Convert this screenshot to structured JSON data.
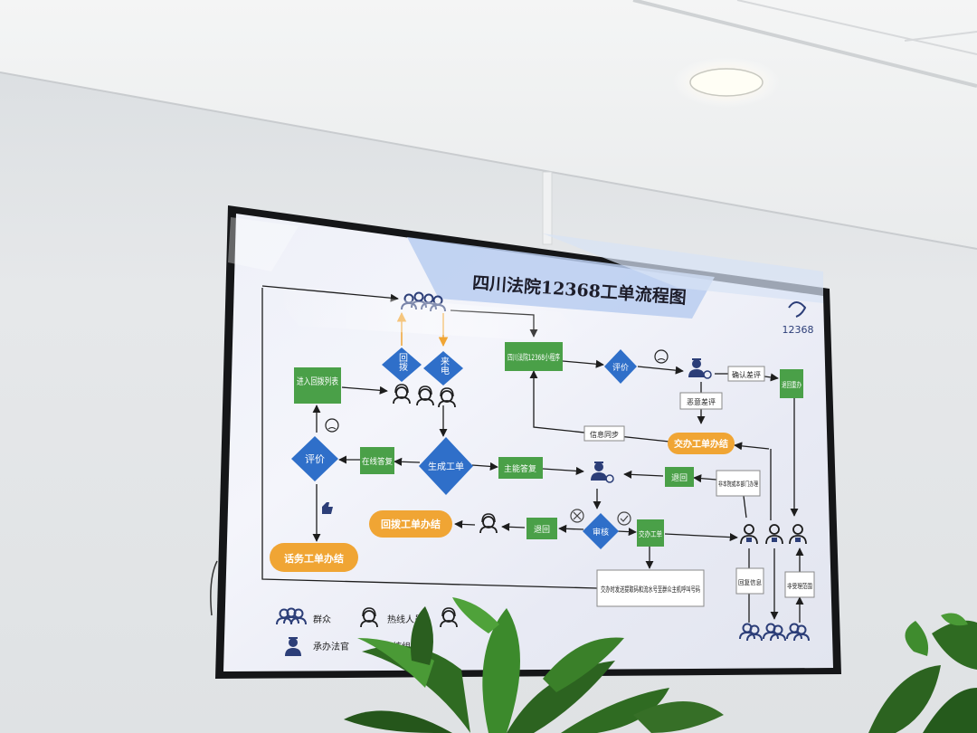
{
  "chart": {
    "title": "四川法院12368工单流程图",
    "logo_text": "12368",
    "nodes": {
      "return_call": "回拨",
      "incoming_call": "来电",
      "add_to_callback_list": "进入回拨列表",
      "mini_program": "四川法院12368小程序",
      "evaluation_top": "评价",
      "confirm_bad_review": "确认差评",
      "return_redo": "退回重办",
      "malicious_bad_review": "恶意差评",
      "info_sync": "信息同步",
      "assignment_done": "交办工单办结",
      "evaluation_left": "评价",
      "online_reply": "在线答复",
      "create_ticket": "生成工单",
      "main_reply": "主能答复",
      "send_back_mid": "退回",
      "non_court_dept": "非本院或本部门办理",
      "callback_done": "回拨工单办结",
      "send_back_low": "退回",
      "review": "审核",
      "assign_ticket": "交办工单",
      "call_done": "话务工单办结",
      "send_code_note": "交办时发送提取码和流水号至群众主机呼叫号码",
      "reply_info": "回复信息",
      "not_accepted_scope": "非受理范围"
    },
    "legend": {
      "public": "群众",
      "hotline": "热线人员",
      "judge": "承办法官",
      "audit_group": "审核组"
    }
  },
  "colors": {
    "green": "#4aa048",
    "blue_diamond": "#2f6fc9",
    "orange": "#f0a534",
    "navy_icon": "#2c3e78",
    "screen_bg": "#eef0f8",
    "title_band": "#b9cdf0"
  }
}
